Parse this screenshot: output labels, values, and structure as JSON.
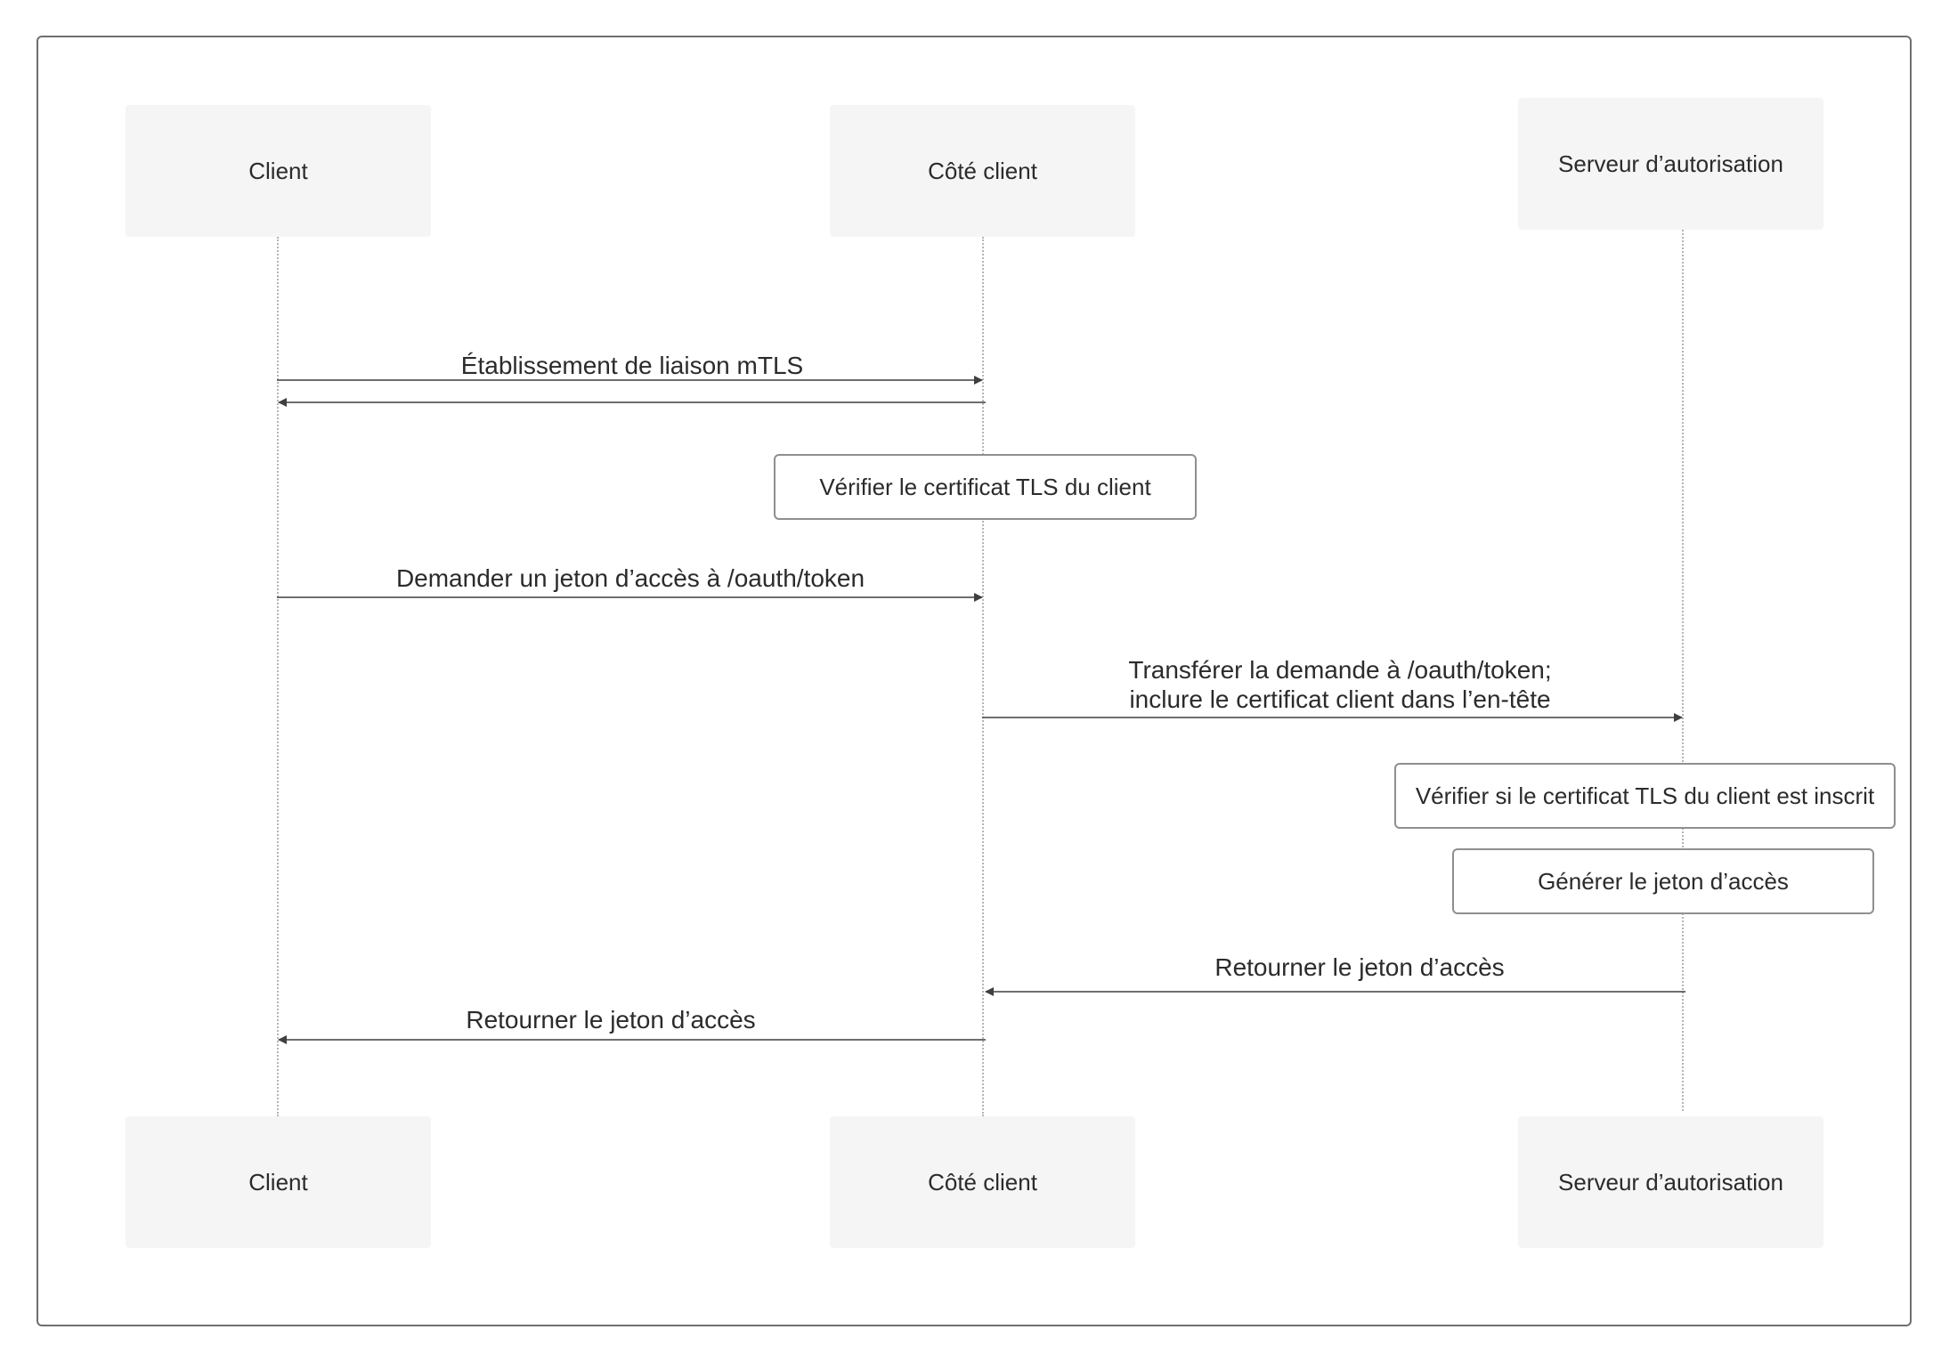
{
  "participants": {
    "client": "Client",
    "proxy": "Côté client",
    "auth": "Serveur d’autorisation"
  },
  "messages": {
    "m1": "Établissement de liaison mTLS",
    "m3": "Demander un jeton d’accès à /oauth/token",
    "m4_line1": "Transférer la demande à /oauth/token;",
    "m4_line2": "inclure le certificat client dans l’en-tête",
    "m5": "Retourner le jeton d’accès",
    "m6": "Retourner le jeton d’accès"
  },
  "notes": {
    "n1": "Vérifier le certificat TLS du client",
    "n2": "Vérifier si le certificat TLS du client est inscrit",
    "n3": "Générer le jeton d’accès"
  },
  "colors": {
    "frame": "#6f6f6f",
    "participant_fill": "#f5f5f5",
    "line": "#3f3f3f",
    "lifeline": "#b5b5b5"
  }
}
